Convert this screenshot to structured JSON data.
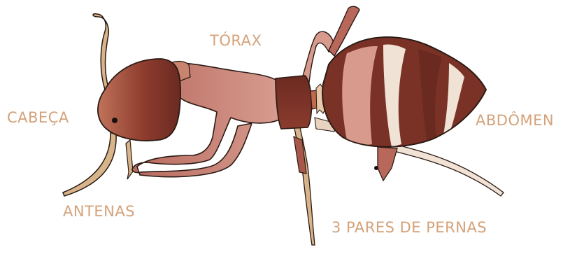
{
  "labels": {
    "head": "CABEÇA",
    "thorax": "TÓRAX",
    "abdomen": "ABDÔMEN",
    "antennae": "ANTENAS",
    "legs": "3 PARES DE PERNAS"
  },
  "colors": {
    "label": "#d4a27a",
    "outline": "#2a1a14",
    "dark_brown": "#6e2e22",
    "mid_brown": "#a8584a",
    "light_pink": "#d99a8e",
    "pale": "#f1e2d6",
    "tan": "#d8b48a"
  }
}
